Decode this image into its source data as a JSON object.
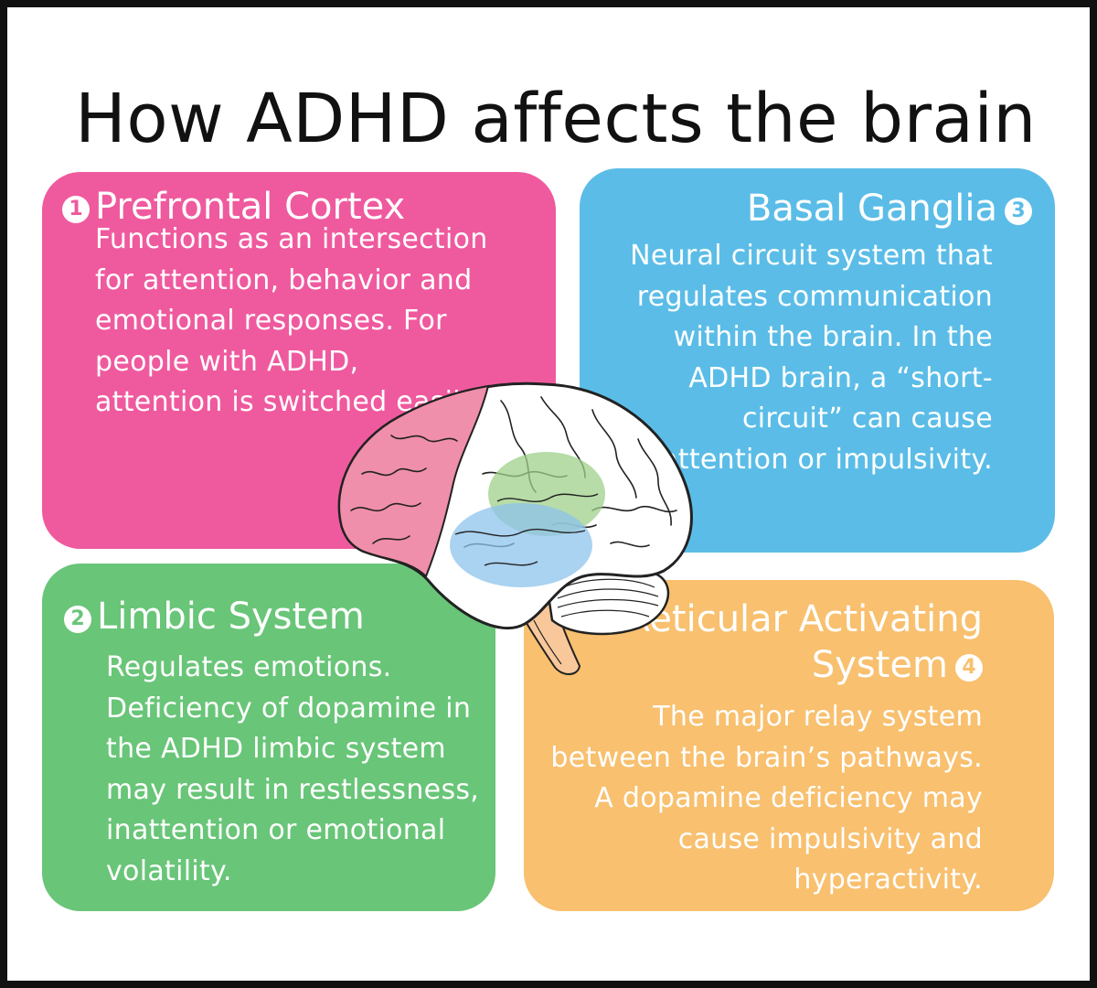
{
  "title": "How ADHD affects the brain",
  "regions": [
    {
      "number": "1",
      "name": "Prefrontal Cortex",
      "description": "Functions as an intersection for attention, behavior and emotional responses. For people with ADHD, attention is switched easily.",
      "color": "#ef5a9e"
    },
    {
      "number": "2",
      "name": "Limbic System",
      "description": "Regulates emotions. Deficiency of dopamine in the ADHD limbic system may result in restlessness, inattention or emotional volatility.",
      "color": "#69c578"
    },
    {
      "number": "3",
      "name": "Basal Ganglia",
      "description": "Neural circuit system that regulates communication within the brain. In the ADHD brain, a “short-circuit” can cause inattention or impulsivity.",
      "color": "#5bbde7"
    },
    {
      "number": "4",
      "name": "Reticular Activating System",
      "description": "The major relay system between the brain’s pathways. A dopamine deficiency may cause impulsivity and hyperactivity.",
      "color": "#f8c06f"
    }
  ],
  "brain": {
    "icon": "brain-illustration",
    "highlight_colors": {
      "prefrontal": "#f08fab",
      "limbic": "#9fd08a",
      "basal": "#8ec3ec",
      "brainstem": "#f9c89a"
    }
  }
}
